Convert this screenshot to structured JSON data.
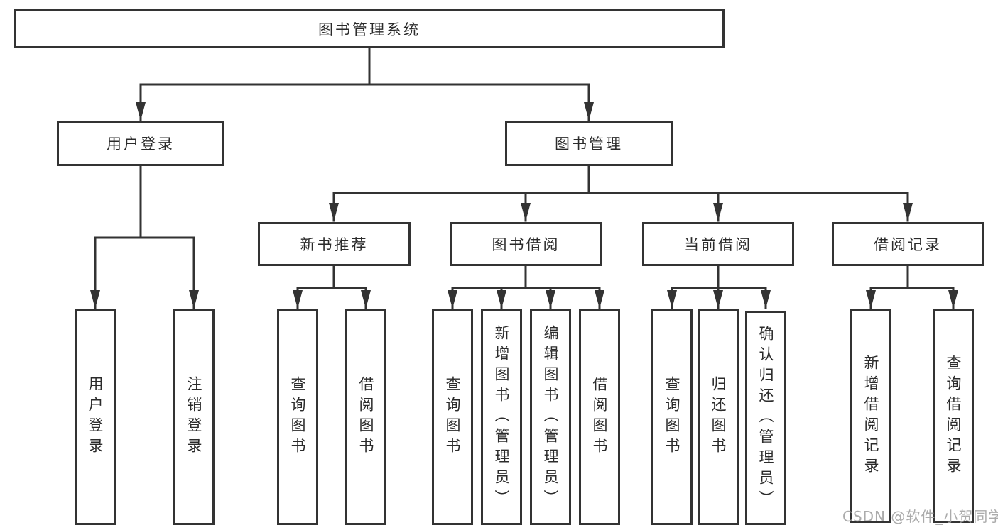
{
  "diagram": {
    "type": "hierarchy-tree",
    "title": "图书管理系统",
    "watermark": "CSDN @软件_小贺同学",
    "colors": {
      "background": "#ffffff",
      "box_fill": "#ffffff",
      "box_border": "#333333",
      "line": "#333333",
      "text": "#2b2b2b",
      "watermark": "#a2a2a2"
    }
  },
  "nodes": {
    "root": {
      "label": "图书管理系统",
      "children": [
        "user_login",
        "book_mgmt"
      ]
    },
    "user_login": {
      "label": "用户登录",
      "children": [
        "leaf_user_login",
        "leaf_logout"
      ]
    },
    "book_mgmt": {
      "label": "图书管理",
      "children": [
        "new_book_rec",
        "book_borrow",
        "current_borrow",
        "borrow_record"
      ]
    },
    "new_book_rec": {
      "label": "新书推荐",
      "children": [
        "leaf_query_book_1",
        "leaf_borrow_book_1"
      ]
    },
    "book_borrow": {
      "label": "图书借阅",
      "children": [
        "leaf_query_book_2",
        "leaf_add_book",
        "leaf_edit_book",
        "leaf_borrow_book_2"
      ]
    },
    "current_borrow": {
      "label": "当前借阅",
      "children": [
        "leaf_query_book_3",
        "leaf_return_book",
        "leaf_confirm_return"
      ]
    },
    "borrow_record": {
      "label": "借阅记录",
      "children": [
        "leaf_add_record",
        "leaf_query_record"
      ]
    },
    "leaf_user_login": {
      "label": "用户登录"
    },
    "leaf_logout": {
      "label": "注销登录"
    },
    "leaf_query_book_1": {
      "label": "查询图书"
    },
    "leaf_borrow_book_1": {
      "label": "借阅图书"
    },
    "leaf_query_book_2": {
      "label": "查询图书"
    },
    "leaf_add_book": {
      "label": "新增图书（管理员）"
    },
    "leaf_edit_book": {
      "label": "编辑图书（管理员）"
    },
    "leaf_borrow_book_2": {
      "label": "借阅图书"
    },
    "leaf_query_book_3": {
      "label": "查询图书"
    },
    "leaf_return_book": {
      "label": "归还图书"
    },
    "leaf_confirm_return": {
      "label": "确认归还（管理员）"
    },
    "leaf_add_record": {
      "label": "新增借阅记录"
    },
    "leaf_query_record": {
      "label": "查询借阅记录"
    }
  }
}
